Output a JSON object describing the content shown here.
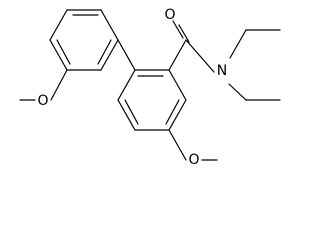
{
  "atoms": {
    "amide_oxygen": "O",
    "amide_nitrogen": "N",
    "ether_oxygen_upper": "O",
    "ether_oxygen_lower": "O"
  },
  "colors": {
    "bond": "#000000",
    "label": "#000000",
    "background": "#ffffff"
  }
}
